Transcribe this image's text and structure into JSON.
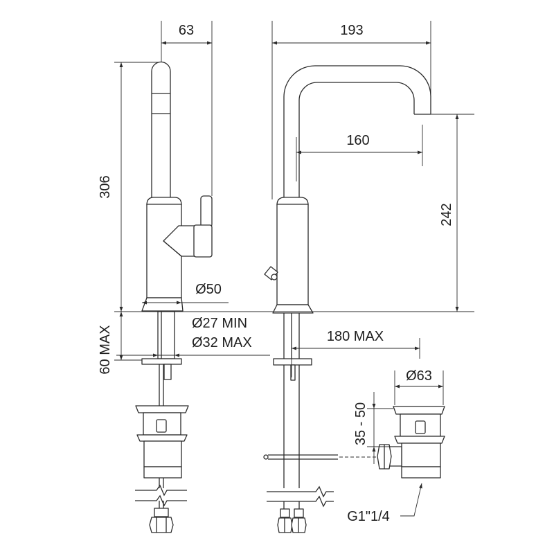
{
  "dimensions": {
    "spout_depth": "63",
    "overall_reach": "193",
    "total_height": "306",
    "spout_reach": "160",
    "spout_height": "242",
    "base_diameter": "Ø50",
    "hole_min": "Ø27 MIN",
    "hole_max": "Ø32 MAX",
    "deck_thickness": "60 MAX",
    "drain_offset": "180 MAX",
    "drain_diameter": "Ø63",
    "drain_height": "35 - 50",
    "drain_thread": "G1\"1/4"
  }
}
